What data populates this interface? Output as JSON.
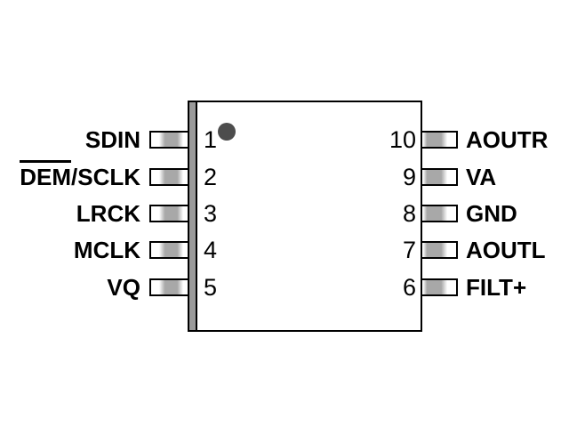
{
  "diagram": {
    "type": "ic-pinout",
    "package": {
      "pin_count": 10,
      "pin1_marker": "dot"
    },
    "colors": {
      "background": "#ffffff",
      "outline": "#000000",
      "text": "#000000",
      "lead_shade": "#a8a8a8",
      "body_edge_shade": "#9a9a9a",
      "pin1_dot": "#4d4d4d"
    },
    "pins": {
      "left": [
        {
          "number": "1",
          "overline": "",
          "label": "SDIN"
        },
        {
          "number": "2",
          "overline": "DEM",
          "label": "/SCLK"
        },
        {
          "number": "3",
          "overline": "",
          "label": "LRCK"
        },
        {
          "number": "4",
          "overline": "",
          "label": "MCLK"
        },
        {
          "number": "5",
          "overline": "",
          "label": "VQ"
        }
      ],
      "right": [
        {
          "number": "10",
          "label": "AOUTR"
        },
        {
          "number": "9",
          "label": "VA"
        },
        {
          "number": "8",
          "label": "GND"
        },
        {
          "number": "7",
          "label": "AOUTL"
        },
        {
          "number": "6",
          "label": "FILT+"
        }
      ]
    }
  }
}
